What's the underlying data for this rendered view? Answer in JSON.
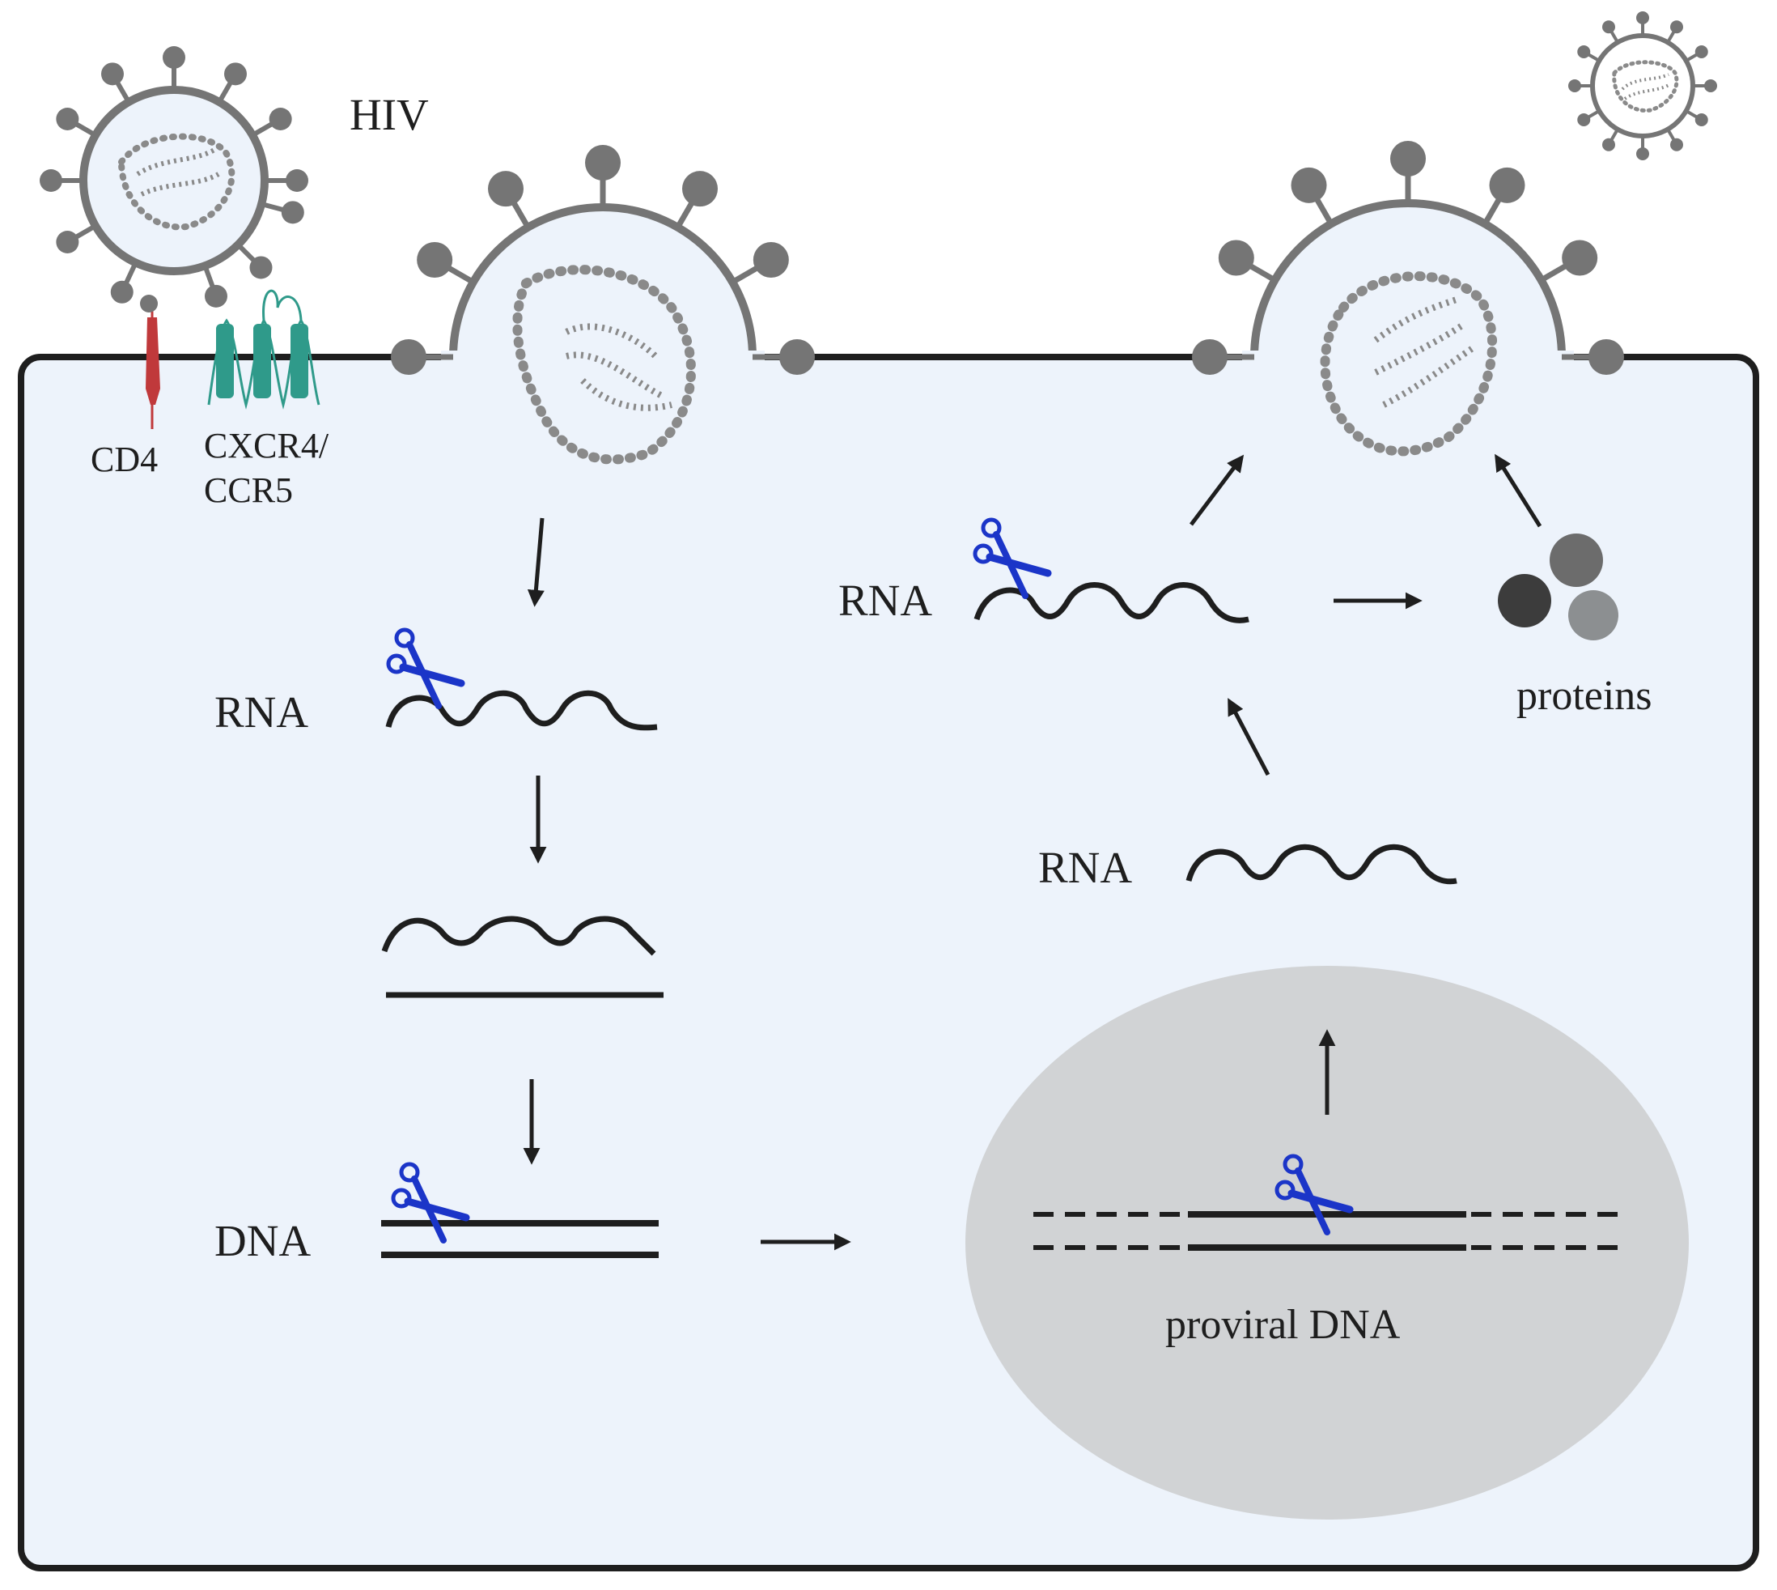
{
  "labels": {
    "hiv": "HIV",
    "cd4": "CD4",
    "cxcr4": "CXCR4/",
    "ccr5": "CCR5",
    "rna_entry": "RNA",
    "dna": "DNA",
    "rna_transcript": "RNA",
    "rna_upper": "RNA",
    "proteins": "proteins",
    "proviral_dna": "proviral DNA"
  },
  "colors": {
    "cell_fill": "#edf3fb",
    "cell_border": "#1e1e1e",
    "virus_gray": "#757575",
    "nucleus_fill": "#d1d3d5",
    "cd4_red": "#c0393b",
    "receptor_teal": "#2f9a8a",
    "scissors_blue": "#1b35c8",
    "protein_dark": "#3c3c3c",
    "protein_mid": "#6c6c6c",
    "protein_light": "#8c8f91"
  }
}
